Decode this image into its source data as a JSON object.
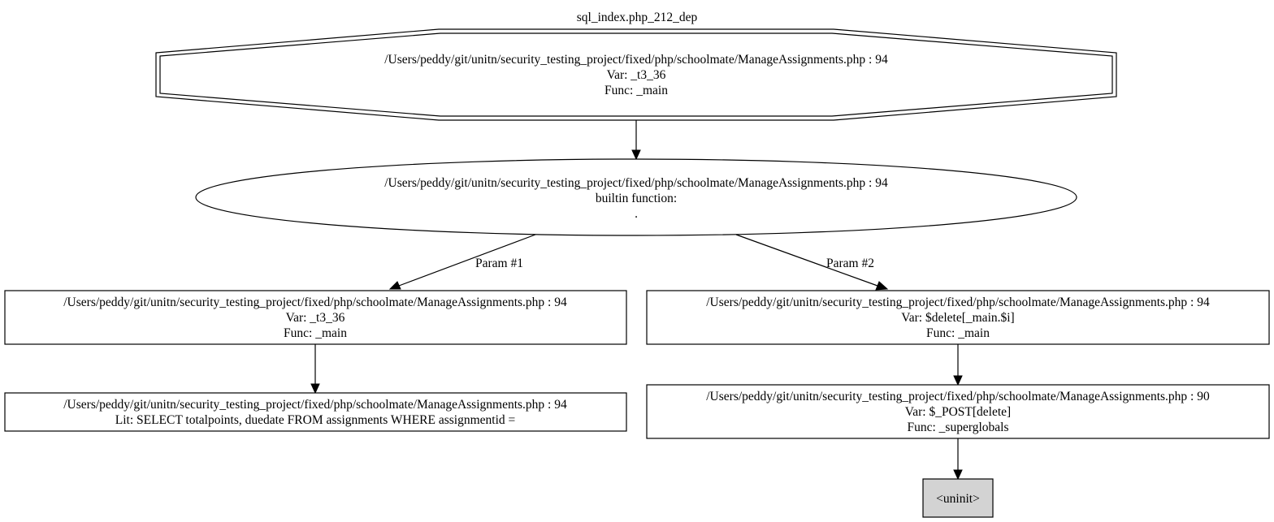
{
  "graph": {
    "title": "sql_index.php_212_dep",
    "nodes": {
      "n1": {
        "lines": [
          "/Users/peddy/git/unitn/security_testing_project/fixed/php/schoolmate/ManageAssignments.php : 94",
          "Var: _t3_36",
          "Func: _main"
        ]
      },
      "n2": {
        "lines": [
          "/Users/peddy/git/unitn/security_testing_project/fixed/php/schoolmate/ManageAssignments.php : 94",
          "builtin function:",
          "."
        ]
      },
      "n3": {
        "lines": [
          "/Users/peddy/git/unitn/security_testing_project/fixed/php/schoolmate/ManageAssignments.php : 94",
          "Var: _t3_36",
          "Func: _main"
        ]
      },
      "n4": {
        "lines": [
          "/Users/peddy/git/unitn/security_testing_project/fixed/php/schoolmate/ManageAssignments.php : 94",
          "Var: $delete[_main.$i]",
          "Func: _main"
        ]
      },
      "n5": {
        "lines": [
          "/Users/peddy/git/unitn/security_testing_project/fixed/php/schoolmate/ManageAssignments.php : 94",
          "Lit: SELECT totalpoints, duedate FROM assignments WHERE assignmentid ="
        ]
      },
      "n6": {
        "lines": [
          "/Users/peddy/git/unitn/security_testing_project/fixed/php/schoolmate/ManageAssignments.php : 90",
          "Var: $_POST[delete]",
          "Func: _superglobals"
        ]
      },
      "n7": {
        "lines": [
          "<uninit>"
        ]
      }
    },
    "edges": [
      {
        "from": "n1",
        "to": "n2",
        "label": ""
      },
      {
        "from": "n2",
        "to": "n3",
        "label": "Param #1"
      },
      {
        "from": "n2",
        "to": "n4",
        "label": "Param #2"
      },
      {
        "from": "n3",
        "to": "n5",
        "label": ""
      },
      {
        "from": "n4",
        "to": "n6",
        "label": ""
      },
      {
        "from": "n6",
        "to": "n7",
        "label": ""
      }
    ]
  }
}
